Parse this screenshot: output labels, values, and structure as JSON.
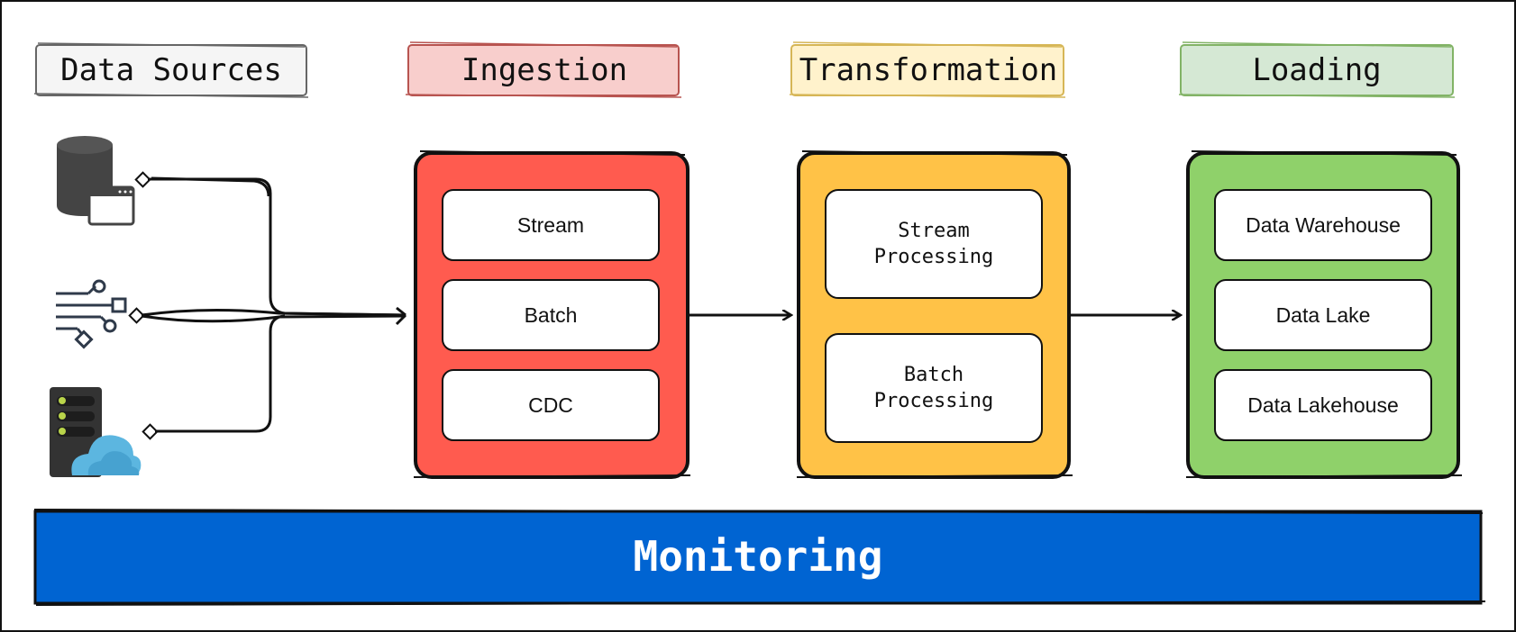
{
  "headers": {
    "data_sources": "Data Sources",
    "ingestion": "Ingestion",
    "transformation": "Transformation",
    "loading": "Loading"
  },
  "ingestion_items": [
    "Stream",
    "Batch",
    "CDC"
  ],
  "transformation_items": {
    "stream_line1": "Stream",
    "stream_line2": "Processing",
    "batch_line1": "Batch",
    "batch_line2": "Processing"
  },
  "loading_items": [
    "Data Warehouse",
    "Data Lake",
    "Data Lakehouse"
  ],
  "monitoring": "Monitoring",
  "icons": {
    "source_1": "database-window-icon",
    "source_2": "circuit-stream-icon",
    "source_3": "server-cloud-icon"
  },
  "colors": {
    "data_sources_header": "#f5f5f5",
    "ingestion_header": "#f8cecc",
    "transformation_header": "#fff2cc",
    "loading_header": "#d5e8d4",
    "ingestion": "#ff5b4f",
    "transformation": "#ffc247",
    "loading": "#8fd16a",
    "monitoring": "#0064d2"
  }
}
